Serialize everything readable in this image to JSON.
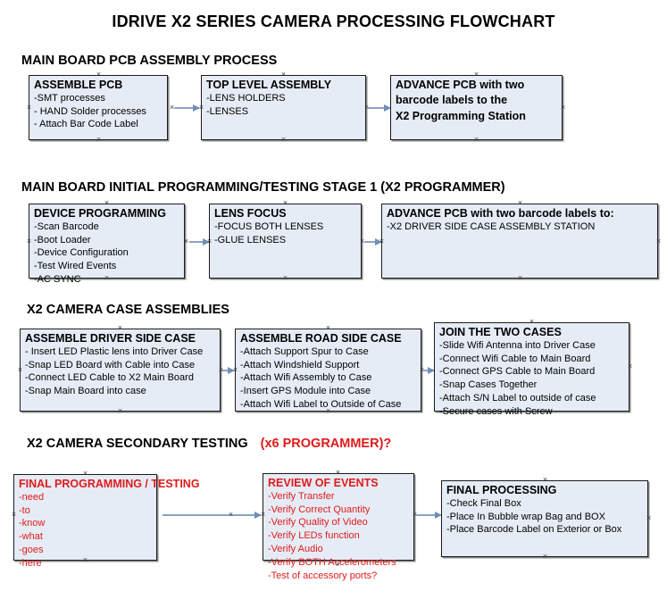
{
  "document": {
    "title": "IDRIVE X2  SERIES CAMERA PROCESSING FLOWCHART",
    "accent_red": "#e01b1b",
    "box_fill": "#e6ecf6",
    "box_border": "#1b1b1b",
    "connector_color": "#8ba4c4"
  },
  "sections": [
    {
      "id": "main-board-pcb-assembly",
      "heading": "MAIN BOARD PCB ASSEMBLY PROCESS",
      "heading_suffix": "",
      "boxes": [
        {
          "title": "ASSEMBLE PCB",
          "lines": [
            "-SMT processes",
            "- HAND Solder processes",
            "- Attach Bar Code Label"
          ]
        },
        {
          "title": "TOP LEVEL ASSEMBLY",
          "lines": [
            "-LENS HOLDERS",
            "-LENSES"
          ]
        },
        {
          "title": "ADVANCE PCB with two",
          "lines": [
            "barcode labels to the",
            " X2 Programming Station"
          ]
        }
      ]
    },
    {
      "id": "main-board-initial-programming",
      "heading": "MAIN BOARD INITIAL PROGRAMMING/TESTING STAGE 1 (X2 PROGRAMMER)",
      "heading_suffix": "",
      "boxes": [
        {
          "title": "DEVICE PROGRAMMING",
          "lines": [
            "-Scan Barcode",
            "-Boot Loader",
            "-Device Configuration",
            "-Test Wired Events",
            "-AC SYNC"
          ]
        },
        {
          "title": "LENS FOCUS",
          "lines": [
            "-FOCUS BOTH LENSES",
            "-GLUE LENSES"
          ]
        },
        {
          "title": "ADVANCE PCB with two barcode labels to:",
          "lines": [
            "-X2 DRIVER  SIDE  CASE  ASSEMBLY STATION"
          ]
        }
      ]
    },
    {
      "id": "x2-camera-case-assemblies",
      "heading": "X2 CAMERA CASE ASSEMBLIES",
      "heading_suffix": "",
      "boxes": [
        {
          "title": "ASSEMBLE DRIVER SIDE CASE",
          "lines": [
            "- Insert LED Plastic lens into Driver Case",
            "-Snap LED Board with Cable into Case",
            "-Connect LED Cable to X2 Main Board",
            "-Snap Main Board into case"
          ]
        },
        {
          "title": "ASSEMBLE ROAD SIDE CASE",
          "lines": [
            "-Attach Support Spur to Case",
            "-Attach Windshield Support",
            "-Attach Wifi Assembly to Case",
            "-Insert GPS Module into Case",
            "-Attach Wifi Label to Outside of Case"
          ]
        },
        {
          "title": "JOIN THE TWO CASES",
          "lines": [
            "-Slide Wifi Antenna into Driver Case",
            "-Connect Wifi Cable to Main Board",
            "-Connect GPS Cable to Main Board",
            "-Snap Cases Together",
            "-Attach S/N Label to outside of case",
            "-Secure cases with Screw"
          ]
        }
      ]
    },
    {
      "id": "x2-camera-secondary-testing",
      "heading": "X2 CAMERA SECONDARY TESTING",
      "heading_suffix": "(x6 PROGRAMMER)?",
      "boxes": [
        {
          "title": "FINAL PROGRAMMING / TESTING",
          "lines": [
            "-need",
            "-to",
            "-know",
            "-what",
            "-goes",
            "-here"
          ]
        },
        {
          "title": "REVIEW OF EVENTS",
          "lines": [
            "-Verify Transfer",
            "-Verify Correct Quantity",
            "-Verify Quality of Video",
            "-Verify LEDs function",
            "-Verify Audio",
            "-Verify BOTH Accelerometers",
            "-Test of accessory ports?"
          ]
        },
        {
          "title": "FINAL PROCESSING",
          "lines": [
            " -Check Final Box",
            "-Place In Bubble wrap Bag and BOX",
            "-Place Barcode Label on Exterior or Box"
          ]
        }
      ]
    }
  ]
}
